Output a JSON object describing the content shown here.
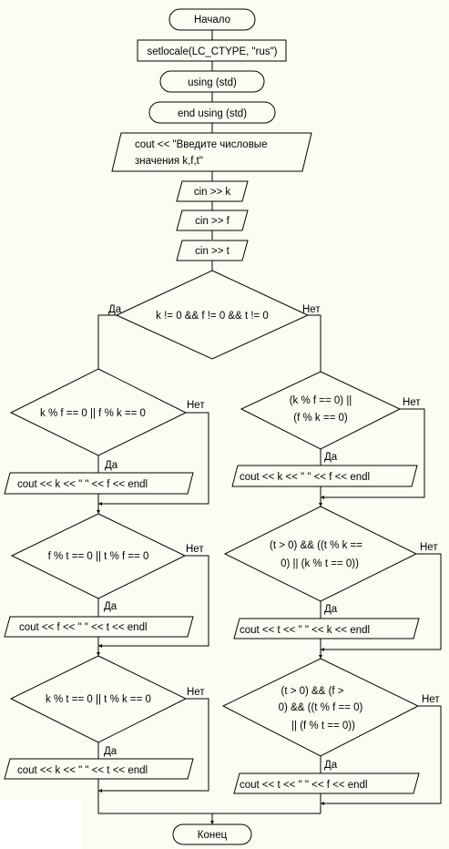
{
  "flowchart": {
    "start": "Начало",
    "setlocale": "setlocale(LC_CTYPE, \"rus\")",
    "using": "using (std)",
    "end_using": "end using (std)",
    "prompt_line1": "cout << \"Введите числовые",
    "prompt_line2": "значения k,f,t\"",
    "cin_k": "cin >> k",
    "cin_f": "cin >> f",
    "cin_t": "cin >> t",
    "main_condition": "k != 0 && f != 0 && t != 0",
    "yes": "Да",
    "no": "Нет",
    "left": {
      "cond1": "k % f == 0 || f % k == 0",
      "out1": "cout << k << \" \" << f << endl",
      "cond2": "f % t == 0 || t % f == 0",
      "out2": "cout << f << \" \" << t << endl",
      "cond3": "k % t == 0 || t % k == 0",
      "out3": "cout << k << \" \" << t << endl"
    },
    "right": {
      "cond1_line1": "(k % f == 0) ||",
      "cond1_line2": "(f % k == 0)",
      "out1": "cout << k << \" \" << f << endl",
      "cond2_line1": "(t > 0) && ((t % k ==",
      "cond2_line2": "0) || (k % t == 0))",
      "out2": "cout << t << \" \" << k << endl",
      "cond3_line1": "(t > 0) && (f >",
      "cond3_line2": "0) && ((t % f == 0)",
      "cond3_line3": "|| (f % t == 0))",
      "out3": "cout << t << \" \" << f << endl"
    },
    "end": "Конец"
  }
}
